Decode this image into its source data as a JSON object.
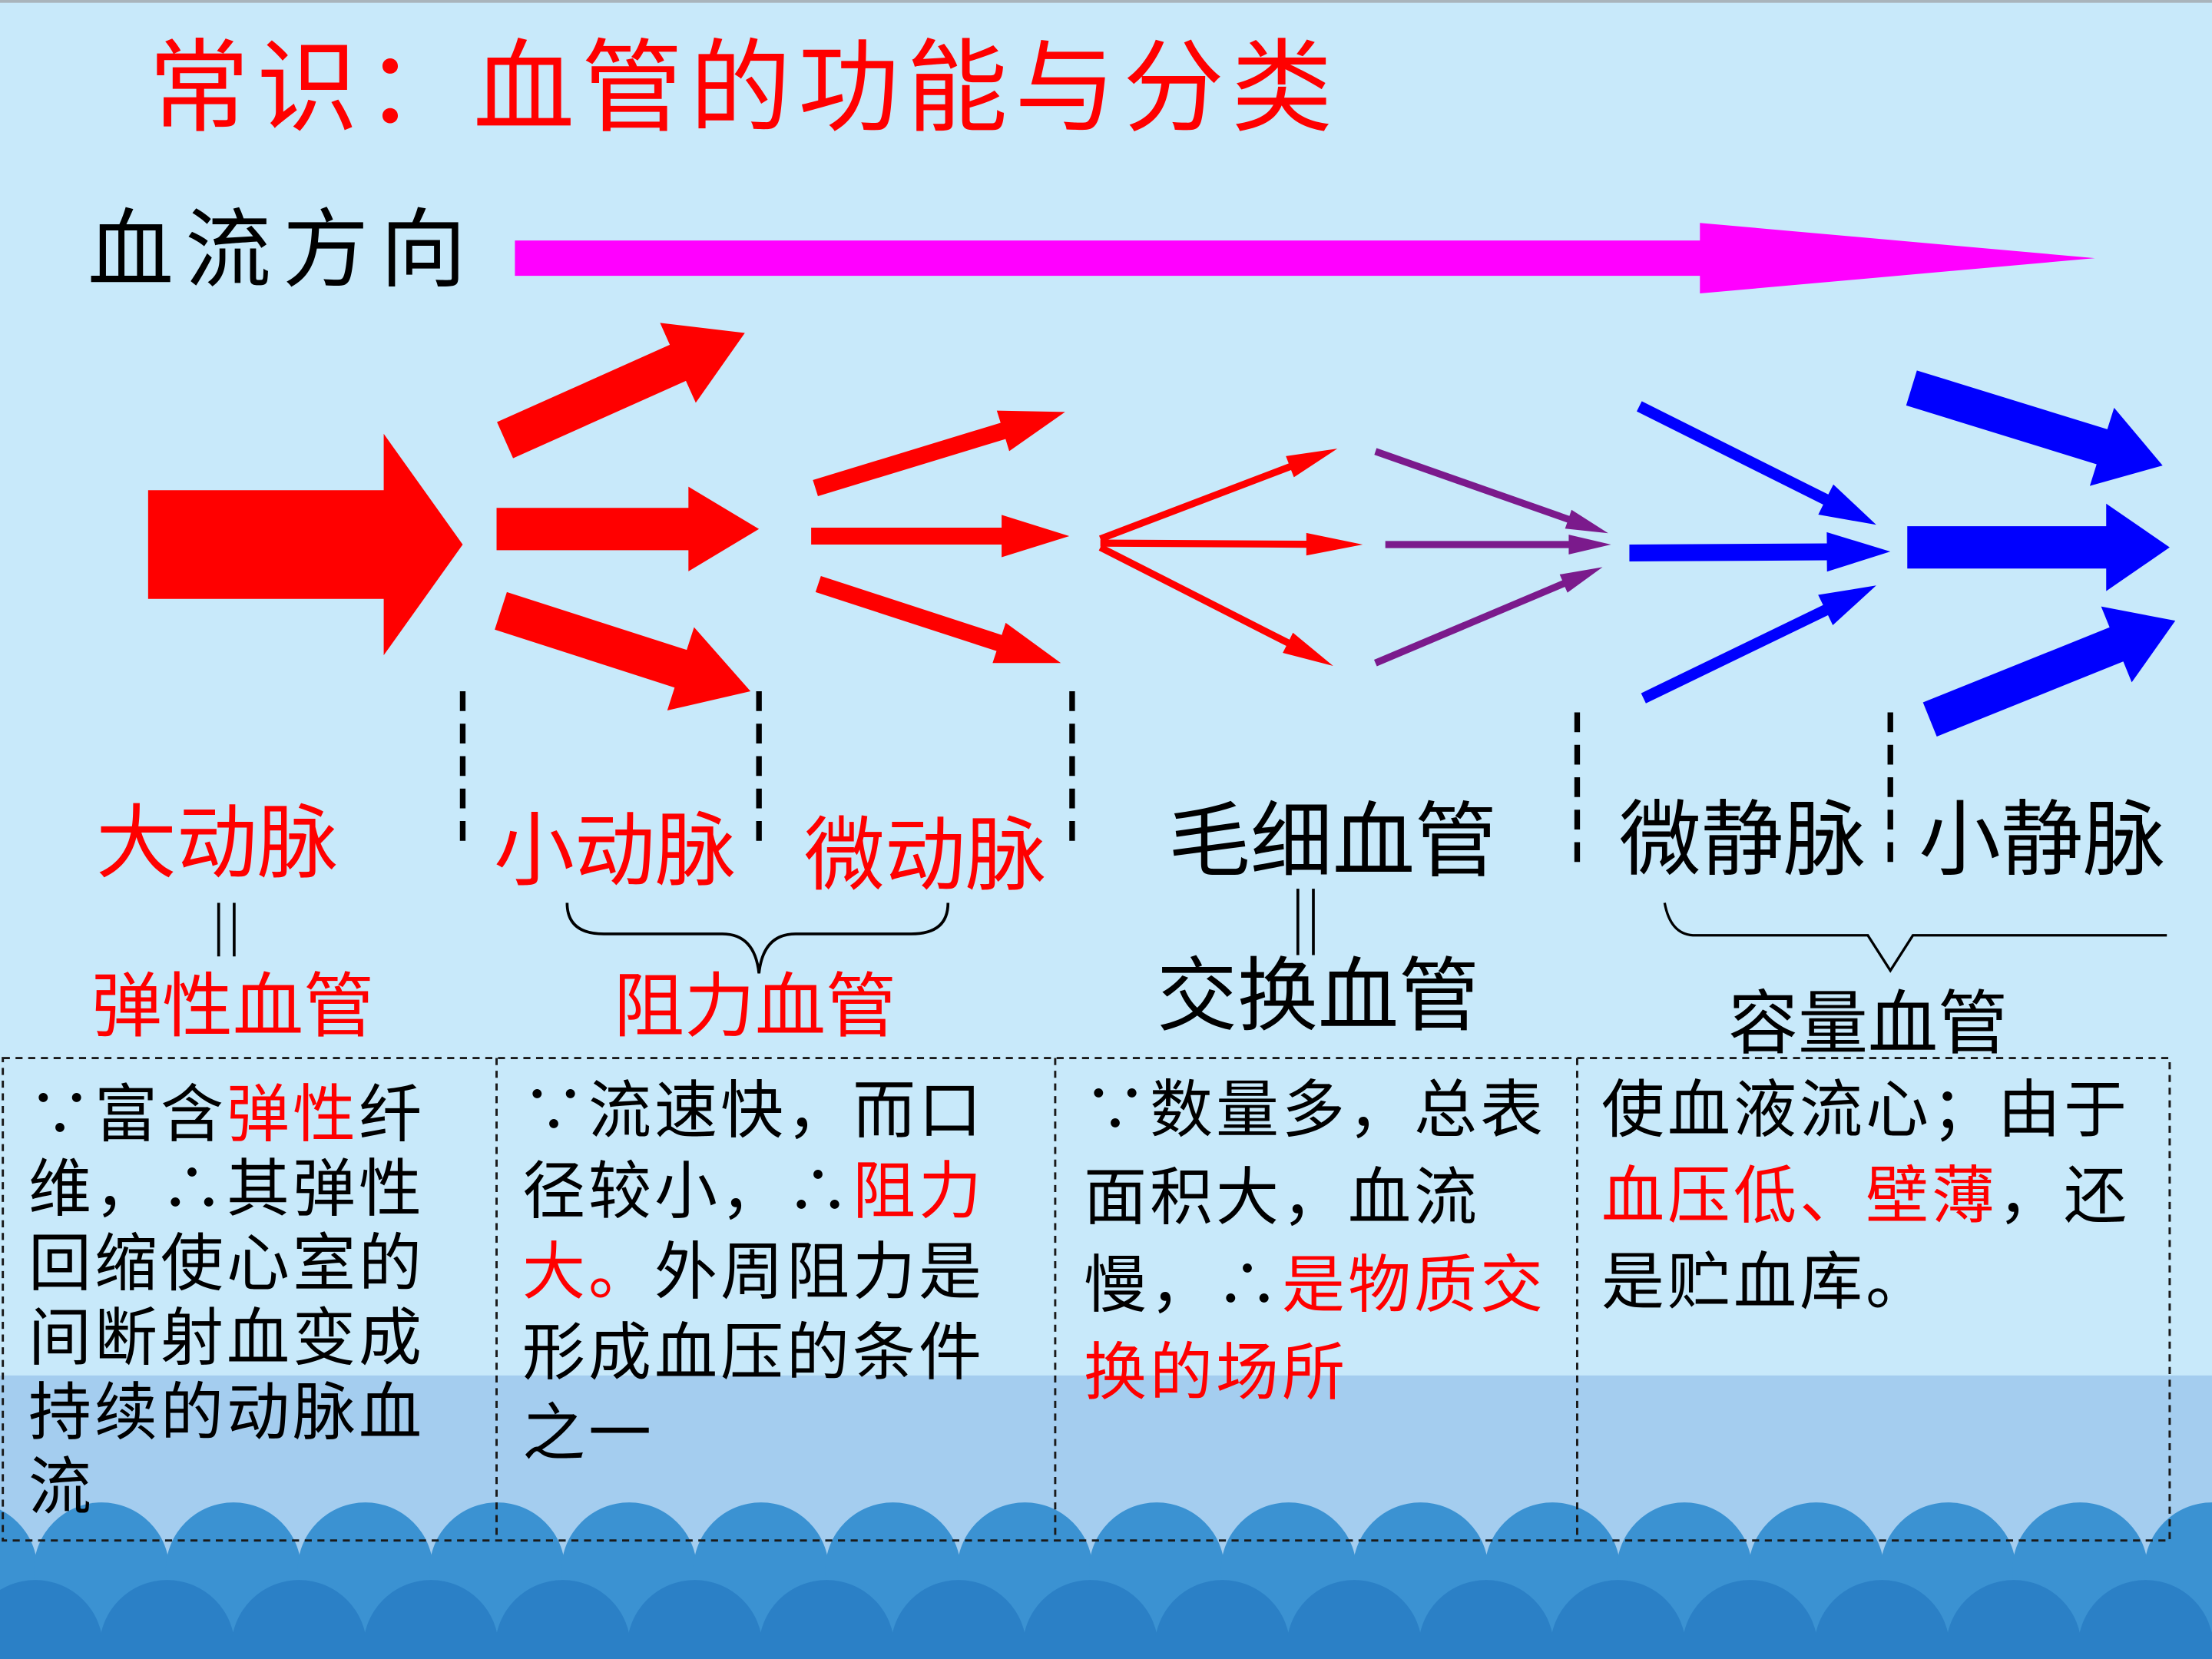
{
  "title": "常识：血管的功能与分类",
  "flow_direction_label": "血流方向",
  "colors": {
    "background": "#c8e9fa",
    "band": "#a4cdef",
    "wave_light": "#3b92d2",
    "wave_dark": "#2b80c6",
    "red": "#ff0000",
    "magenta": "#ff00ff",
    "purple": "#7b1a8c",
    "blue": "#0000ff",
    "black": "#000000"
  },
  "vessel_labels": {
    "large_artery": "大动脉",
    "small_artery": "小动脉",
    "arteriole": "微动脉",
    "capillary": "毛细血管",
    "venule": "微静脉",
    "small_vein": "小静脉"
  },
  "category_labels": {
    "elastic": "弹性血管",
    "resistance": "阻力血管",
    "exchange": "交换血管",
    "capacitance": "容量血管"
  },
  "cells": [
    {
      "lines": [
        [
          {
            "text": "∵富含"
          },
          {
            "text": "弹性",
            "highlight": true
          },
          {
            "text": "纤"
          }
        ],
        [
          {
            "text": "维，∴其弹性"
          }
        ],
        [
          {
            "text": "回缩使心室的"
          }
        ],
        [
          {
            "text": "间断射血变成"
          }
        ],
        [
          {
            "text": "持续的动脉血"
          }
        ],
        [
          {
            "text": "流"
          }
        ]
      ]
    },
    {
      "lines": [
        [
          {
            "text": "∵流速快，而口"
          }
        ],
        [
          {
            "text": "径较小，∴"
          },
          {
            "text": "阻力",
            "highlight": true
          }
        ],
        [
          {
            "text": "大。",
            "highlight": true
          },
          {
            "text": "外周阻力是"
          }
        ],
        [
          {
            "text": "形成血压的条件"
          }
        ],
        [
          {
            "text": "之一"
          }
        ]
      ]
    },
    {
      "lines": [
        [
          {
            "text": "∵数量多，总表"
          }
        ],
        [
          {
            "text": "面积大，血流"
          }
        ],
        [
          {
            "text": "慢，∴"
          },
          {
            "text": "是物质交",
            "highlight": true
          }
        ],
        [
          {
            "text": "换的场所",
            "highlight": true
          }
        ]
      ]
    },
    {
      "lines": [
        [
          {
            "text": "使血液流心；由于"
          }
        ],
        [
          {
            "text": "血压低、壁薄",
            "highlight": true
          },
          {
            "text": "，还"
          }
        ],
        [
          {
            "text": "是贮血库。"
          }
        ]
      ]
    }
  ]
}
